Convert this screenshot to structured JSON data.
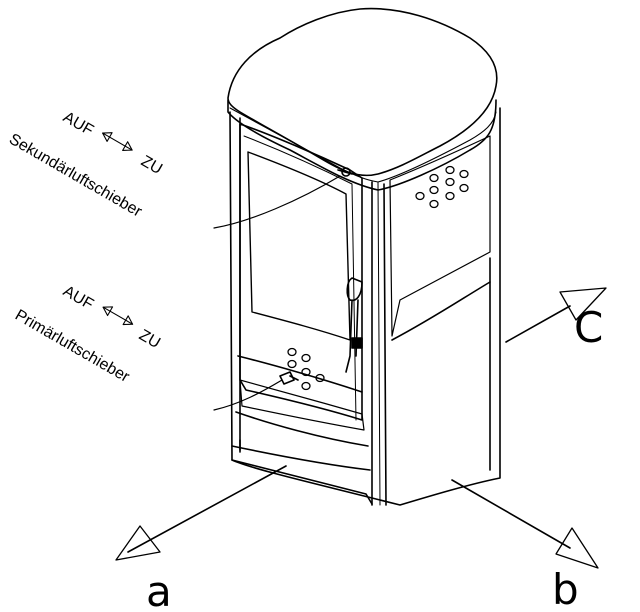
{
  "labels": {
    "secondary_open": "AUF",
    "secondary_close": "ZU",
    "secondary_name": "Sekundärluftschieber",
    "primary_open": "AUF",
    "primary_close": "ZU",
    "primary_name": "Primärluftschieber",
    "axis_a": "a",
    "axis_b": "b",
    "axis_c": "C"
  },
  "colors": {
    "line": "#000000",
    "background": "#ffffff"
  }
}
